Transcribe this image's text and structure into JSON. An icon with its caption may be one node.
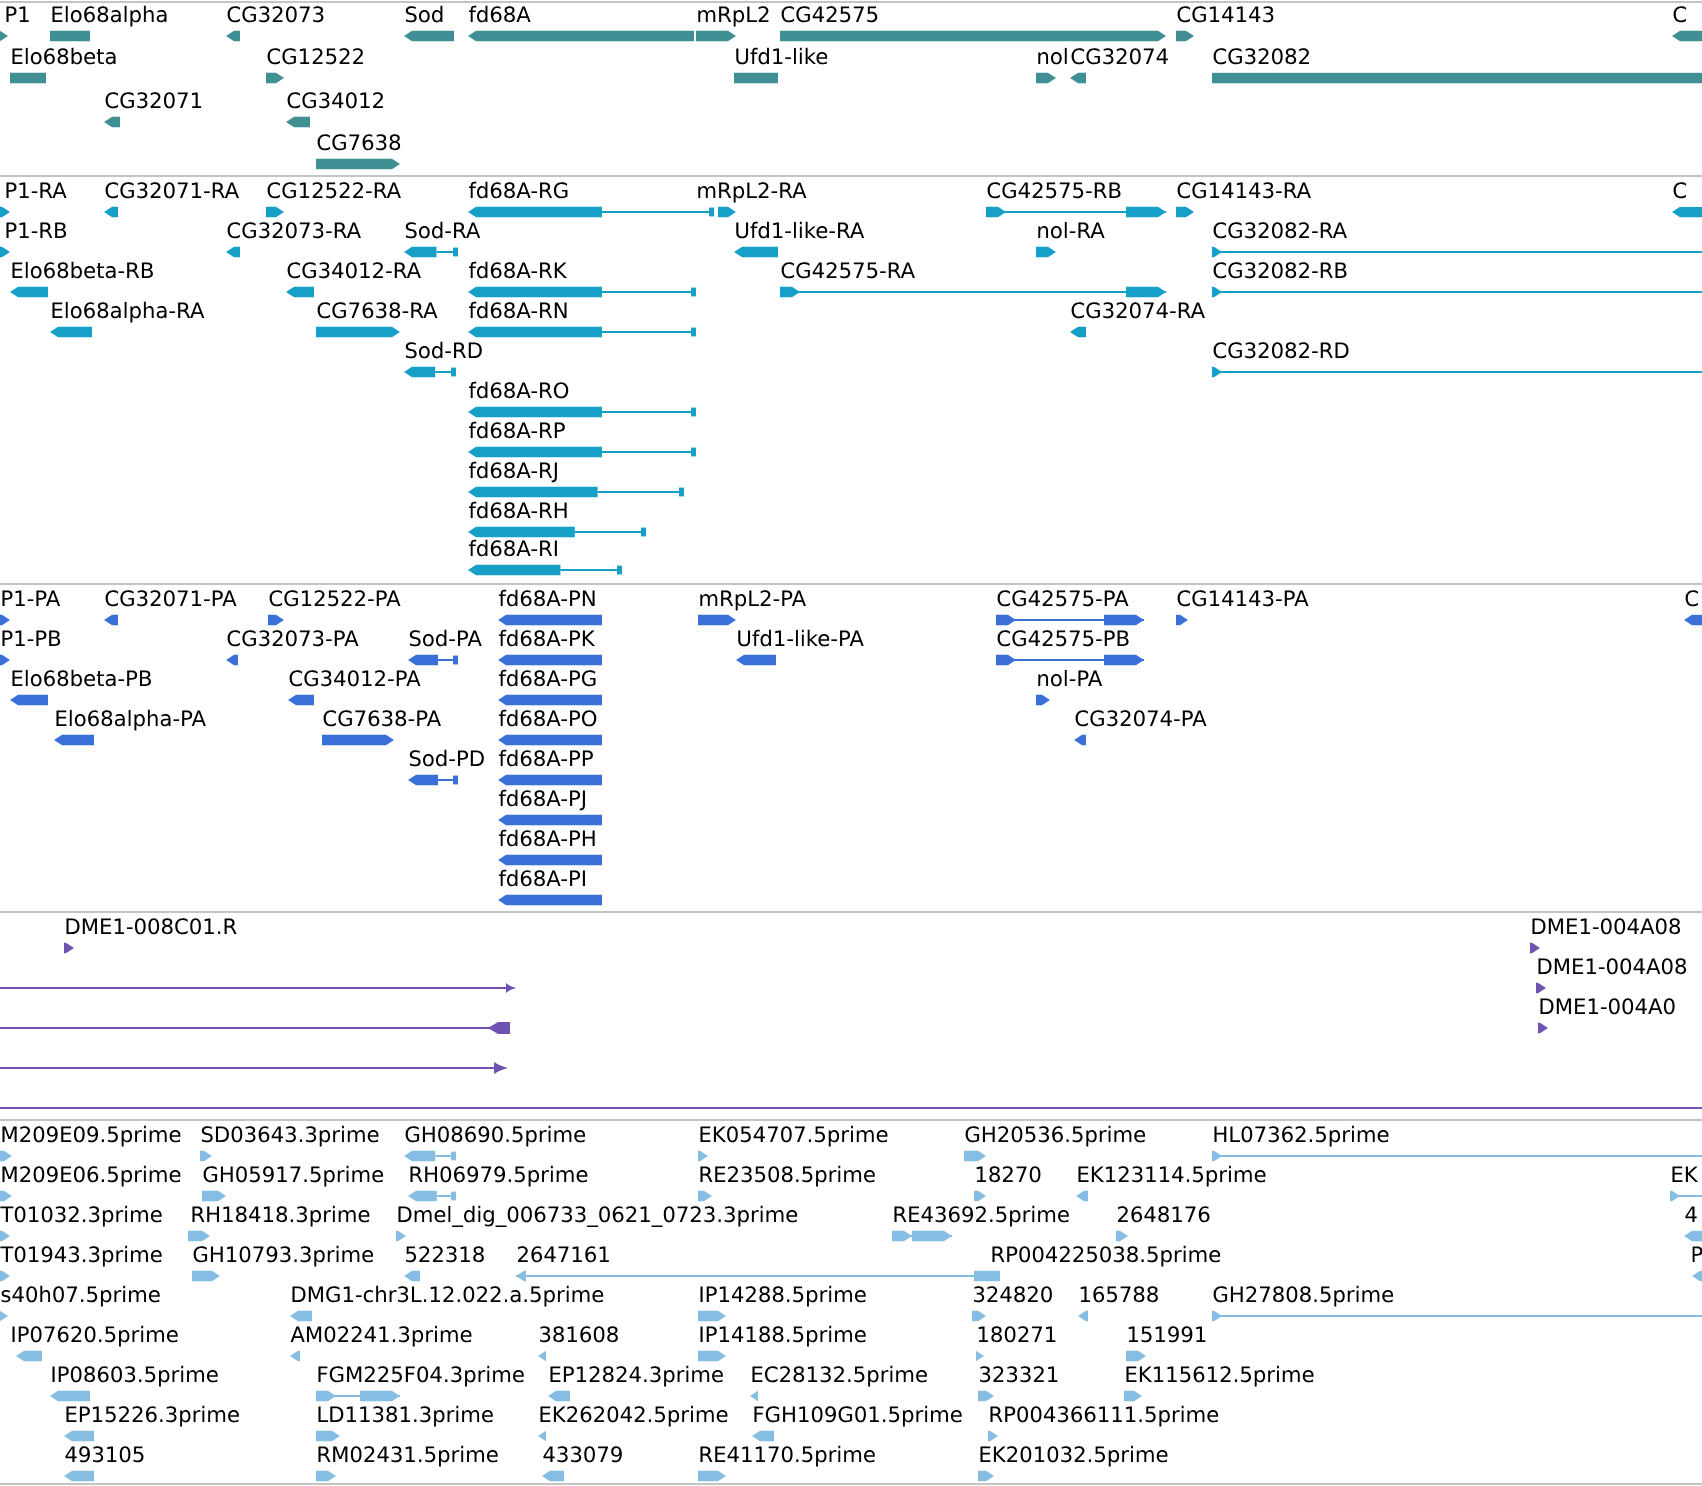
{
  "diagram": {
    "labels": [
      "P1",
      "Elo68alpha",
      "CG32073",
      "Sod",
      "fd68A",
      "mRpL2",
      "CG42575",
      "CG14143",
      "C",
      "Elo68beta",
      "CG12522",
      "Ufd1-like",
      "nol",
      "CG32074",
      "CG32082",
      "CG32071",
      "CG34012",
      "CG7638",
      "P1-RA",
      "CG32071-RA",
      "CG12522-RA",
      "fd68A-RG",
      "mRpL2-RA",
      "CG42575-RB",
      "CG14143-RA",
      "C",
      "P1-RB",
      "CG32073-RA",
      "Sod-RA",
      "Ufd1-like-RA",
      "nol-RA",
      "CG32082-RA",
      "Elo68beta-RB",
      "CG34012-RA",
      "fd68A-RK",
      "CG42575-RA",
      "CG32082-RB",
      "Elo68alpha-RA",
      "CG7638-RA",
      "fd68A-RN",
      "CG32074-RA",
      "Sod-RD",
      "CG32082-RD",
      "fd68A-RO",
      "fd68A-RP",
      "fd68A-RJ",
      "fd68A-RH",
      "fd68A-RI",
      "P1-PA",
      "CG32071-PA",
      "CG12522-PA",
      "fd68A-PN",
      "mRpL2-PA",
      "CG42575-PA",
      "CG14143-PA",
      "C",
      "P1-PB",
      "CG32073-PA",
      "Sod-PA",
      "fd68A-PK",
      "Ufd1-like-PA",
      "CG42575-PB",
      "Elo68beta-PB",
      "CG34012-PA",
      "fd68A-PG",
      "nol-PA",
      "Elo68alpha-PA",
      "CG7638-PA",
      "fd68A-PO",
      "CG32074-PA",
      "Sod-PD",
      "fd68A-PP",
      "fd68A-PJ",
      "fd68A-PH",
      "fd68A-PI",
      "DME1-008C01.R",
      "DME1-004A08",
      "DME1-004A08",
      "DME1-004A0",
      "M209E09.5prime",
      "SD03643.3prime",
      "GH08690.5prime",
      "EK054707.5prime",
      "GH20536.5prime",
      "HL07362.5prime",
      "M209E06.5prime",
      "GH05917.5prime",
      "RH06979.5prime",
      "RE23508.5prime",
      "18270",
      "EK123114.5prime",
      "EK",
      "T01032.3prime",
      "RH18418.3prime",
      "Dmel_dig_006733_0621_0723.3prime",
      "RE43692.5prime",
      "2648176",
      "4",
      "T01943.3prime",
      "GH10793.3prime",
      "522318",
      "2647161",
      "RP004225038.5prime",
      "P",
      "s40h07.5prime",
      "DMG1-chr3L.12.022.a.5prime",
      "IP14288.5prime",
      "324820",
      "165788",
      "GH27808.5prime",
      "IP07620.5prime",
      "AM02241.3prime",
      "381608",
      "IP14188.5prime",
      "180271",
      "151991",
      "IP08603.5prime",
      "FGM225F04.3prime",
      "EP12824.3prime",
      "EC28132.5prime",
      "323321",
      "EK115612.5prime",
      "EP15226.3prime",
      "LD11381.3prime",
      "EK262042.5prime",
      "FGH109G01.5prime",
      "RP004366111.5prime",
      "493105",
      "RM02431.5prime",
      "433079",
      "RE41170.5prime",
      "EK201032.5prime"
    ]
  }
}
